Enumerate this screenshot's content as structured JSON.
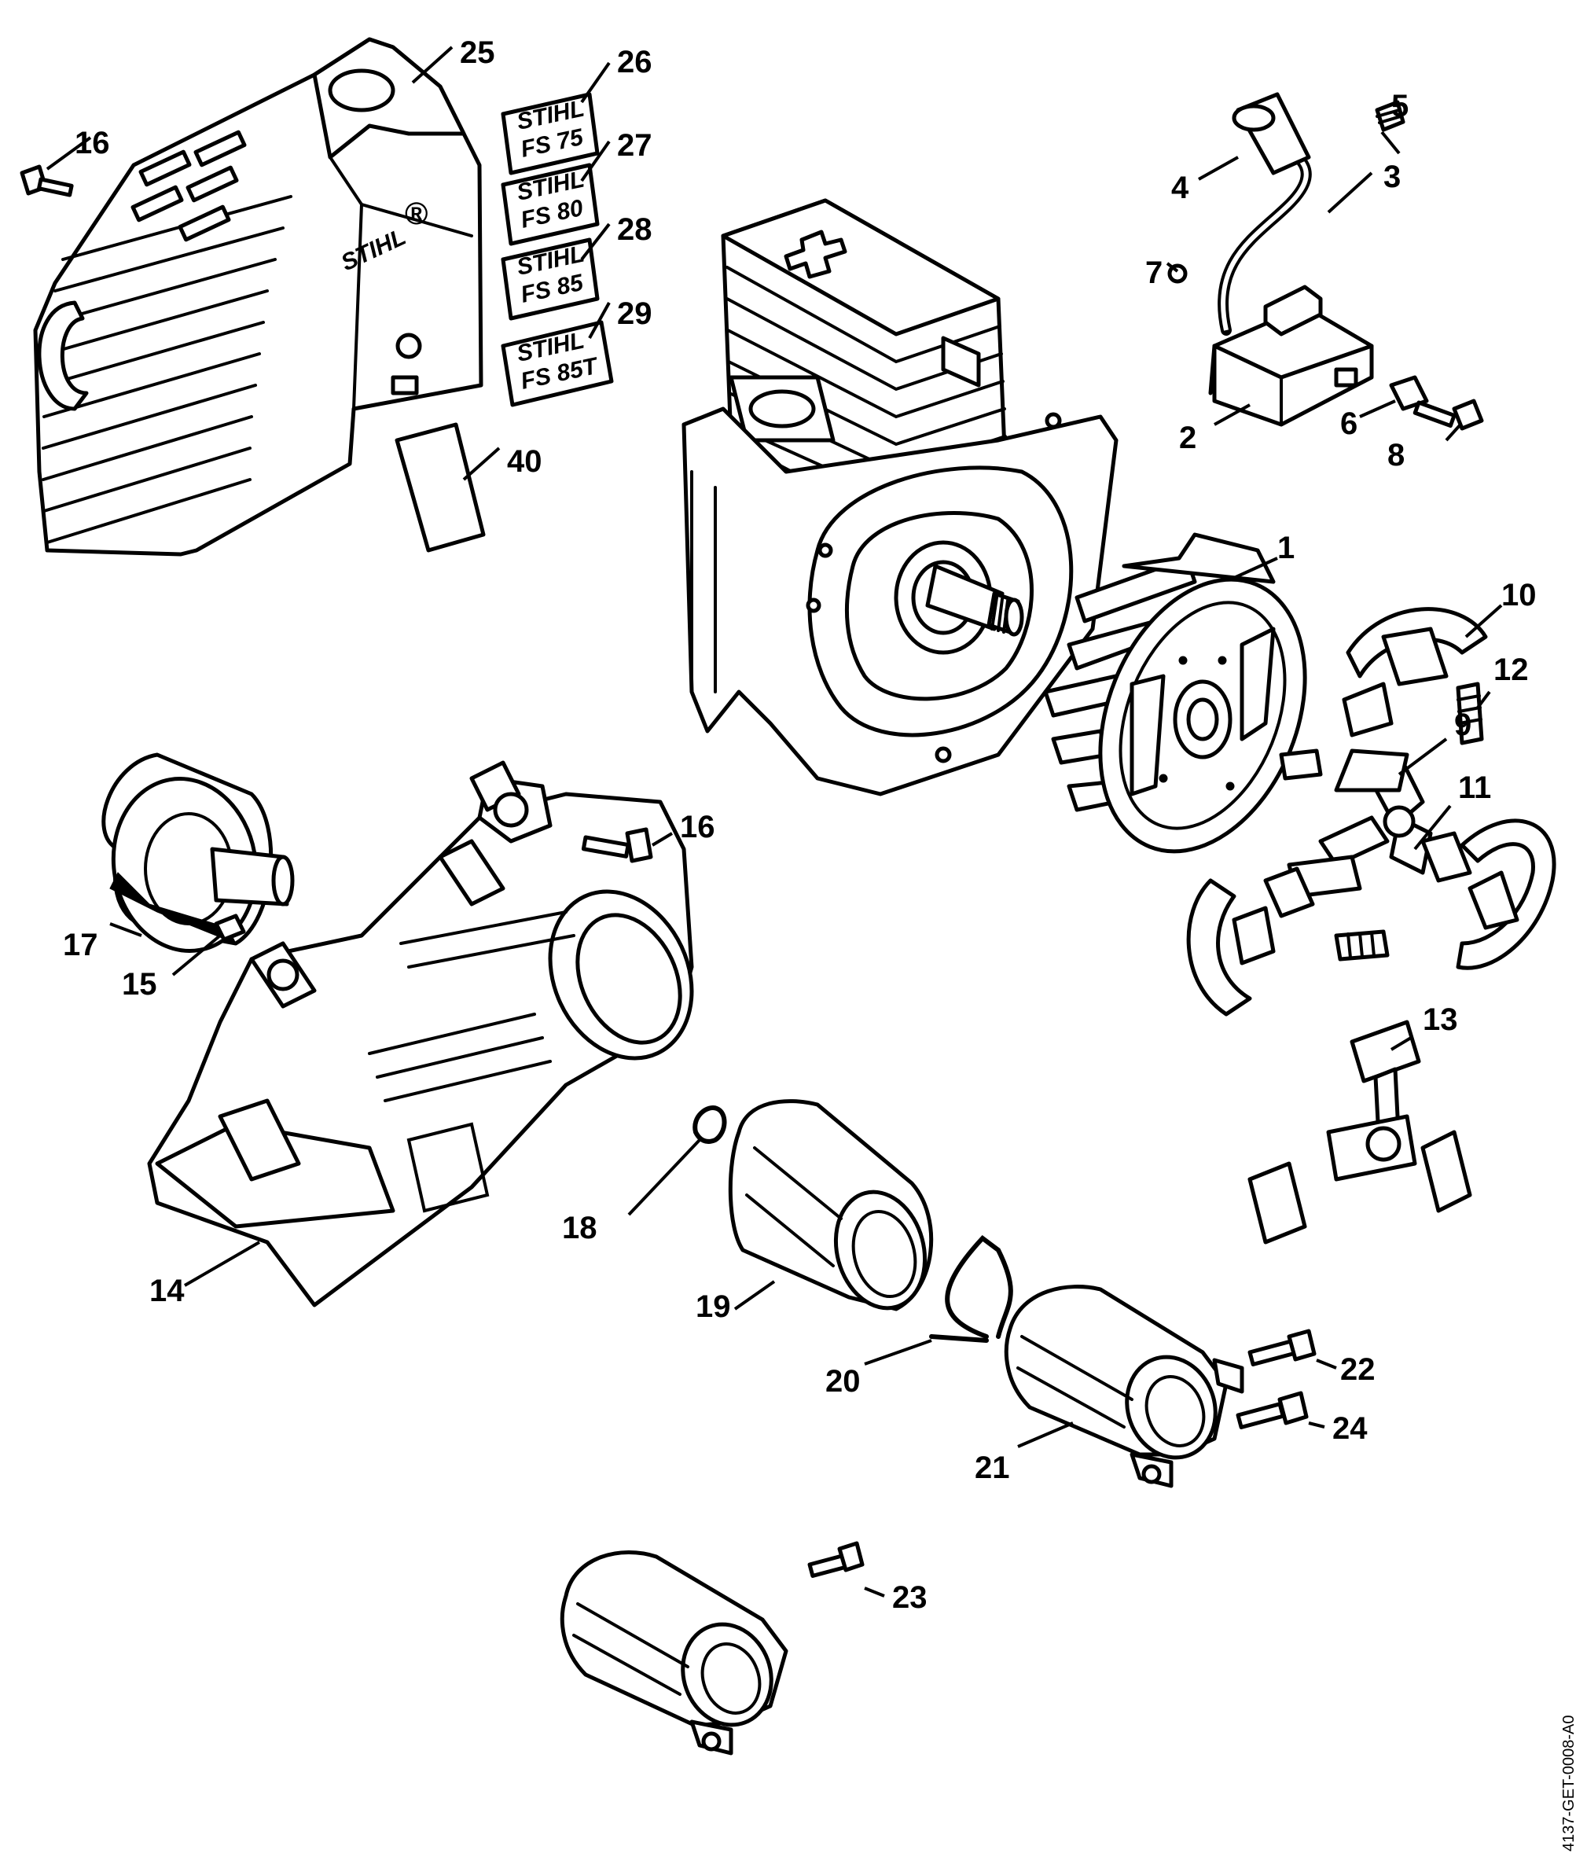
{
  "brand": "STIHL",
  "brand_mark": "®",
  "drawing_number": "4137-GET-0008-A0",
  "decals": [
    {
      "line1": "STIHL",
      "line2": "FS 75"
    },
    {
      "line1": "STIHL",
      "line2": "FS 80"
    },
    {
      "line1": "STIHL",
      "line2": "FS 85"
    },
    {
      "line1": "STIHL",
      "line2": "FS 85T"
    }
  ],
  "callouts": {
    "c1": "1",
    "c2": "2",
    "c3": "3",
    "c4": "4",
    "c5": "5",
    "c6": "6",
    "c7": "7",
    "c8": "8",
    "c9": "9",
    "c10": "10",
    "c11": "11",
    "c12": "12",
    "c13": "13",
    "c14": "14",
    "c15": "15",
    "c16a": "16",
    "c16b": "16",
    "c17": "17",
    "c18": "18",
    "c19": "19",
    "c20": "20",
    "c21": "21",
    "c22": "22",
    "c23": "23",
    "c24": "24",
    "c25": "25",
    "c26": "26",
    "c27": "27",
    "c28": "28",
    "c29": "29",
    "c40": "40"
  }
}
